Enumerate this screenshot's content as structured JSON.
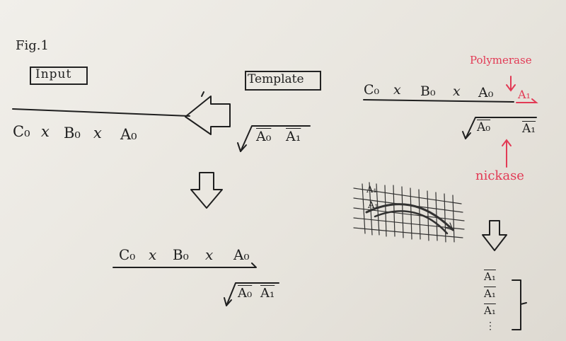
{
  "figure_label": "Fig.1",
  "input_label": "Input",
  "template_label": "Template",
  "input_strand": {
    "c": "C₀",
    "x1": "x",
    "b": "B₀",
    "x2": "x",
    "a": "A₀"
  },
  "template_strand": {
    "a0": "A₀",
    "a1": "A₁"
  },
  "result_strand": {
    "c": "C₀",
    "x1": "x",
    "b": "B₀",
    "x2": "x",
    "a": "A₀"
  },
  "result_template": {
    "a0": "A₀",
    "a1": "A₁"
  },
  "right_panel": {
    "polymerase_label": "Polymerase",
    "nickase_label": "nickase",
    "top_strand": {
      "c": "C₀",
      "x1": "x",
      "b": "B₀",
      "x2": "x",
      "a": "A₀",
      "new": "A₁"
    },
    "bottom_strand": {
      "a0": "A₀",
      "a1": "A₁"
    },
    "scribble_labels": [
      "A₁",
      "A₁"
    ],
    "products": [
      "A₁",
      "A₁",
      "A₁"
    ],
    "ellipsis": "⋮"
  },
  "colors": {
    "ink": "#1f1f1f",
    "red": "#e23a55",
    "paper": "#efede8"
  }
}
